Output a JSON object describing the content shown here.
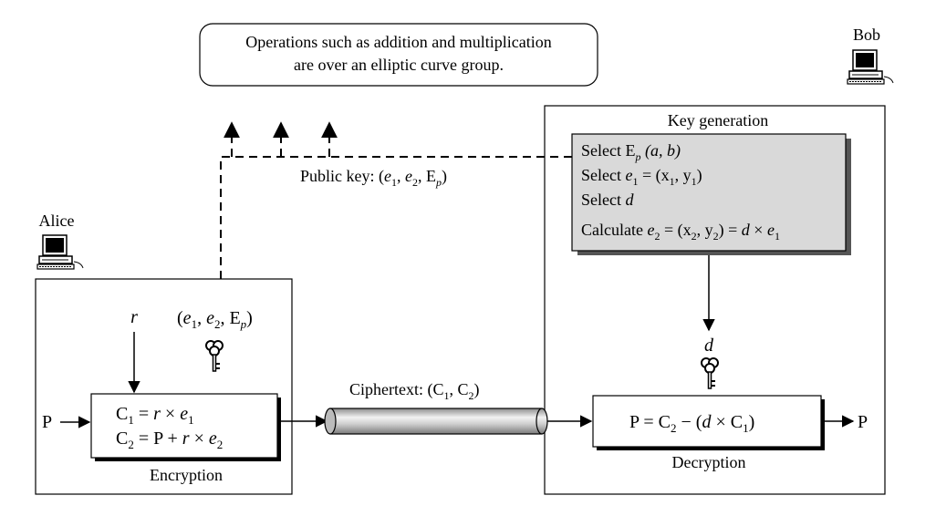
{
  "note": {
    "line1": "Operations such as addition and multiplication",
    "line2": "are over an elliptic curve group."
  },
  "bob": {
    "label": "Bob",
    "keygen_title": "Key generation",
    "select1_text": "Select E",
    "select1_sub": "p",
    "select1_rest": " (a, b)",
    "select2_text": "Select ",
    "select2_var": "e",
    "select2_sub": "1",
    "select2_rest": " = (x",
    "select2_xsub": "1",
    "select2_mid": ", y",
    "select2_ysub": "1",
    "select2_end": ")",
    "select3_text": "Select ",
    "select3_var": "d",
    "calc_text": "Calculate  ",
    "calc_var": "e",
    "calc_sub": "2",
    "calc_rest1": " = (x",
    "calc_xsub": "2",
    "calc_mid": ", y",
    "calc_ysub": "2",
    "calc_rest2": ") = ",
    "calc_d": "d",
    "calc_times": " × ",
    "calc_e": "e",
    "calc_esub": "1",
    "d_label": "d",
    "decryption_label": "Decryption",
    "decrypt_formula_pre": "P = C",
    "decrypt_formula_sub": "2",
    "decrypt_formula_mid": " − (",
    "decrypt_formula_d": "d",
    "decrypt_formula_times": " × C",
    "decrypt_formula_sub2": "1",
    "decrypt_formula_end": ")",
    "output_p": "P"
  },
  "alice": {
    "label": "Alice",
    "r_label": "r",
    "input_p": "P",
    "encryption_label": "Encryption",
    "c1_pre": "C",
    "c1_sub": "1",
    "c1_eq": " = ",
    "c1_r": "r",
    "c1_times": " × ",
    "c1_e": "e",
    "c1_esub": "1",
    "c2_pre": "C",
    "c2_sub": "2",
    "c2_eq": " = P + ",
    "c2_r": "r",
    "c2_times": " × ",
    "c2_e": "e",
    "c2_esub": "2",
    "pubkey_open": "(",
    "pubkey_e": "e",
    "pubkey_e1sub": "1",
    "pubkey_comma": ", ",
    "pubkey_e2sub": "2",
    "pubkey_E": ", E",
    "pubkey_Esub": "p",
    "pubkey_close": ")"
  },
  "public_key": {
    "pre": "Public key: (",
    "e": "e",
    "e1sub": "1",
    "comma": ", ",
    "e2sub": "2",
    "E": ", E",
    "Esub": "p",
    "close": ")"
  },
  "ciphertext": {
    "pre": "Ciphertext: (C",
    "sub1": "1",
    "mid": ", C",
    "sub2": "2",
    "close": ")"
  },
  "colors": {
    "keygen_fill": "#d9d9d9",
    "stroke": "#000000",
    "pipe_light": "#f2f2f2",
    "pipe_dark": "#8c8c8c"
  },
  "icons": {
    "computer": "desktop-computer-icon",
    "key": "key-icon"
  }
}
